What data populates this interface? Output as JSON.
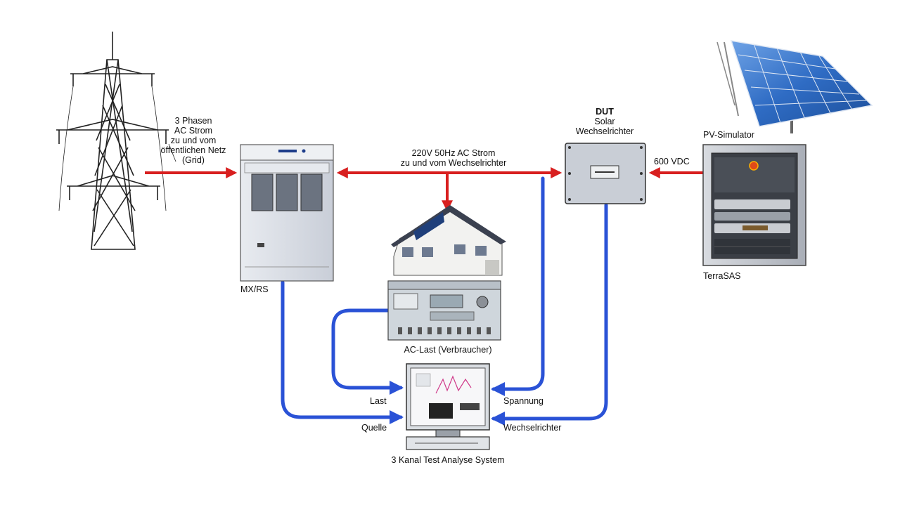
{
  "grid_label": {
    "line1": "3 Phasen",
    "line2": "AC Strom",
    "line3": "zu und vom",
    "line4": "öffentlichen Netz",
    "line5": "(Grid)"
  },
  "ac_bus_label": {
    "line1": "220V 50Hz AC Strom",
    "line2": "zu und vom Wechselrichter"
  },
  "dut_label": {
    "line1": "DUT",
    "line2": "Solar",
    "line3": "Wechselrichter"
  },
  "dc_label": "600 VDC",
  "pv_sim_label": "PV-Simulator",
  "terrasas_label": "TerraSAS",
  "mxrs_label": "MX/RS",
  "ac_load_label": "AC-Last (Verbraucher)",
  "monitor_inputs": {
    "last": "Last",
    "quelle": "Quelle",
    "spannung": "Spannung",
    "wechselrichter": "Wechselrichter"
  },
  "analysis_label": "3 Kanal Test Analyse System",
  "colors": {
    "ac_arrow": "#d81f1f",
    "signal": "#2a52d6",
    "cabinet": "#dde2ea",
    "panel": "#2f6cc4"
  }
}
